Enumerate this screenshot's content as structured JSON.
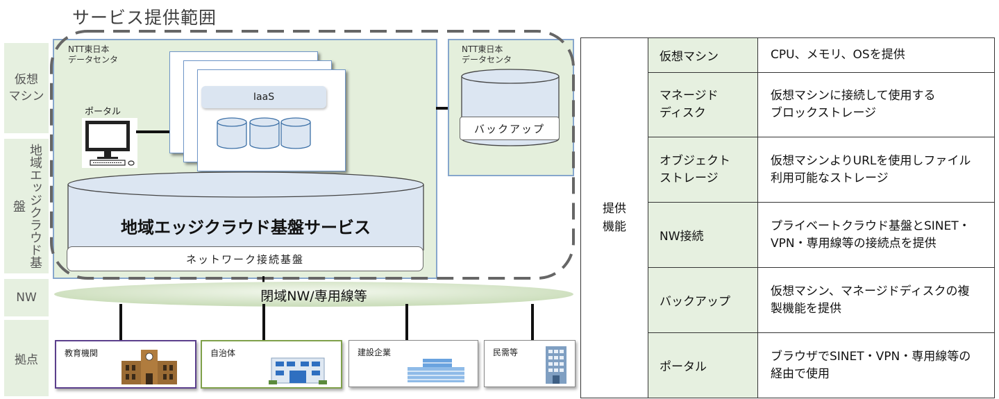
{
  "title": "サービス提供範囲",
  "lanes": {
    "vm": "仮想\nマシン",
    "edge": "地域エッジクラウド基盤",
    "nw": "NW",
    "base": "拠点"
  },
  "dc_main_label": "NTT東日本\nデータセンタ",
  "dc_backup_label": "NTT東日本\nデータセンタ",
  "portal_label": "ポータル",
  "iaas_label": "IaaS",
  "backup_label": "バックアップ",
  "platform_title": "地域エッジクラウド基盤サービス",
  "network_base_label": "ネットワーク接続基盤",
  "closed_network_label": "閉域NW/専用線等",
  "sites": [
    "教育機関",
    "自治体",
    "建設企業",
    "民需等"
  ],
  "functions": {
    "header": "提供\n機能",
    "rows": [
      {
        "name": "仮想マシン",
        "desc": "CPU、メモリ、OSを提供"
      },
      {
        "name": "マネージド\nディスク",
        "desc": "仮想マシンに接続して使用する\nブロックストレージ"
      },
      {
        "name": "オブジェクト\nストレージ",
        "desc": "仮想マシンよりURLを使用しファイル\n利用可能なストレージ"
      },
      {
        "name": "NW接続",
        "desc": "プライベートクラウド基盤とSINET・\nVPN・専用線等の接続点を提供"
      },
      {
        "name": "バックアップ",
        "desc": "仮想マシン、マネージドディスクの複\n製機能を提供"
      },
      {
        "name": "ポータル",
        "desc": "ブラウザでSINET・VPN・専用線等の\n経由で使用"
      }
    ]
  },
  "colors": {
    "lane_bg": "#e6f0e0",
    "dc_bg": "#e4efdc",
    "cylinder": "#dce6f2",
    "education_border": "#5b3f8c",
    "municipality_border": "#7fa04a"
  }
}
